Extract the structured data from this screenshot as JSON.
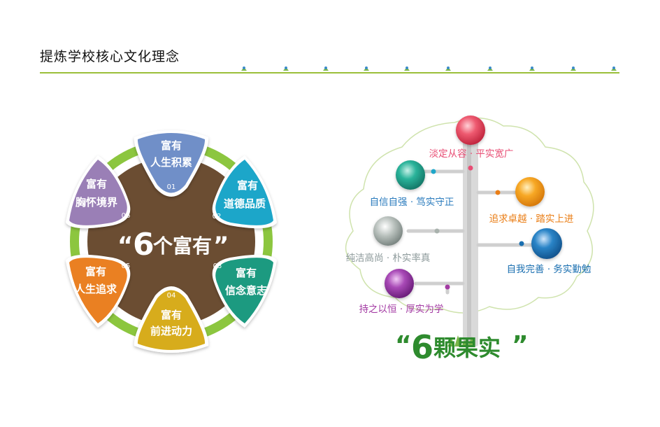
{
  "page": {
    "title": "提炼学校核心文化理念"
  },
  "wheel": {
    "center": {
      "quote_open": "“",
      "number": "6",
      "text": "个富有",
      "quote_close": "”"
    },
    "petals": [
      {
        "num": "01",
        "line1": "富有",
        "line2": "人生积累",
        "color": "#6f8fc8"
      },
      {
        "num": "02",
        "line1": "富有",
        "line2": "道德品质",
        "color": "#1fa6c9"
      },
      {
        "num": "03",
        "line1": "富有",
        "line2": "信念意志",
        "color": "#1e9a80"
      },
      {
        "num": "04",
        "line1": "富有",
        "line2": "前进动力",
        "color": "#d7ac1e"
      },
      {
        "num": "05",
        "line1": "富有",
        "line2": "人生追求",
        "color": "#ea8020"
      },
      {
        "num": "06",
        "line1": "富有",
        "line2": "胸怀境界",
        "color": "#9a7fb6"
      }
    ]
  },
  "tree": {
    "title": {
      "quote_open": "“",
      "number": "6",
      "text": "颗果实",
      "quote_close": "”"
    },
    "fruits": [
      {
        "label": "淡定从容 · 平实宽广",
        "color": "#e8435a",
        "label_color": "#e84d74"
      },
      {
        "label": "自信自强 · 笃实守正",
        "color": "#1e9a88",
        "label_color": "#2a7bbd"
      },
      {
        "label": "追求卓越 · 踏实上进",
        "color": "#f29a1a",
        "label_color": "#ea7e16"
      },
      {
        "label": "纯洁高尚 · 朴实率真",
        "color": "#a9b2ad",
        "label_color": "#8d9a9b"
      },
      {
        "label": "自我完善 · 务实勤勉",
        "color": "#1b74b8",
        "label_color": "#1a6fb0"
      },
      {
        "label": "持之以恒 · 厚实为学",
        "color": "#9a3aa8",
        "label_color": "#a33aa3"
      }
    ]
  }
}
